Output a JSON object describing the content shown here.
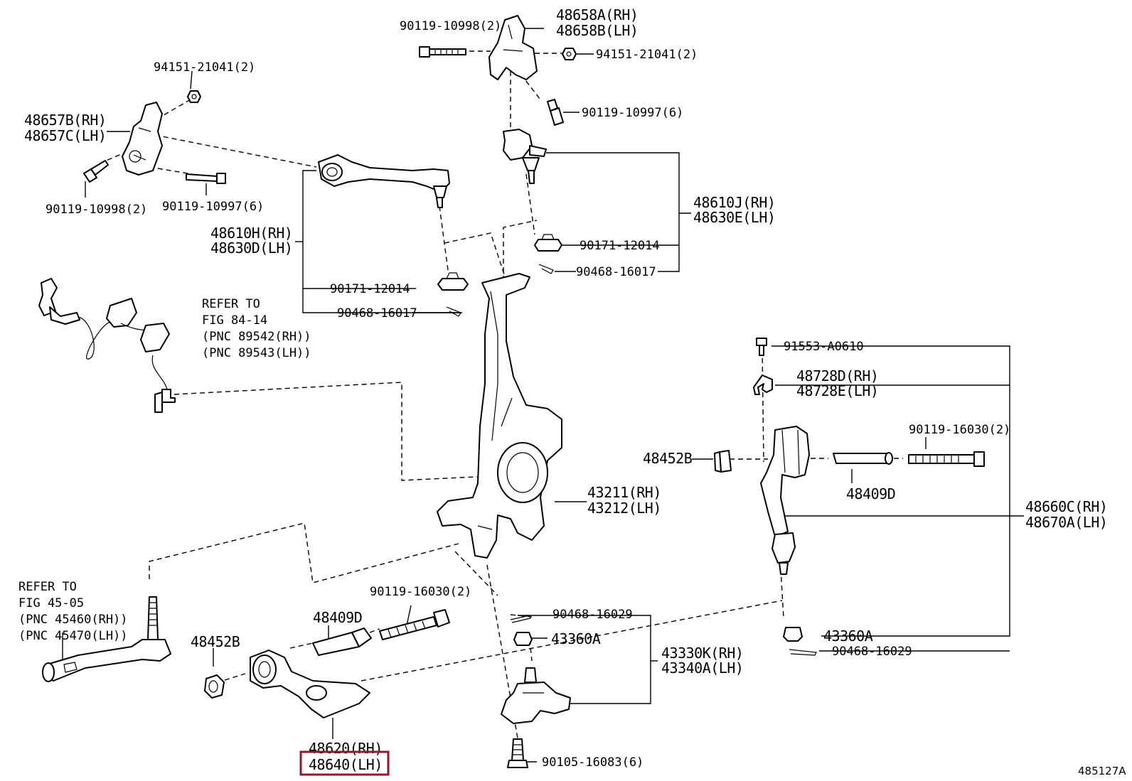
{
  "highlight_color": "#8b1a2b",
  "figure_number": "485127A",
  "labels": {
    "bracket_rh_top": "48658A(RH)",
    "bracket_lh_top": "48658B(LH)",
    "bolt_top_left": "90119-10998(2)",
    "nut_top_right": "94151-21041(2)",
    "bolt_top_mid": "90119-10997(6)",
    "nut_left": "94151-21041(2)",
    "bracket_rh_left": "48657B(RH)",
    "bracket_lh_left": "48657C(LH)",
    "bolt_left_a": "90119-10998(2)",
    "bolt_left_b": "90119-10997(6)",
    "upper_arm_rh_left": "48610H(RH)",
    "upper_arm_lh_left": "48630D(LH)",
    "nut_ua_left": "90171-12014",
    "pin_ua_left": "90468-16017",
    "upper_arm_rh_right": "48610J(RH)",
    "upper_arm_lh_right": "48630E(LH)",
    "nut_ua_right": "90171-12014",
    "pin_ua_right": "90468-16017",
    "refer_sensor_1": "REFER TO",
    "refer_sensor_2": "FIG 84-14",
    "refer_sensor_3": "(PNC 89542(RH))",
    "refer_sensor_4": "(PNC 89543(LH))",
    "bolt_strut": "91553-A0610",
    "bracket_strut_rh": "48728D(RH)",
    "bracket_strut_lh": "48728E(LH)",
    "bushing_right": "48452B",
    "bolt_right": "90119-16030(2)",
    "collar_right": "48409D",
    "knuckle_rh": "43211(RH)",
    "knuckle_lh": "43212(LH)",
    "strut_arm_rh": "48660C(RH)",
    "strut_arm_lh": "48670A(LH)",
    "refer_tie_1": "REFER TO",
    "refer_tie_2": "FIG 45-05",
    "refer_tie_3": "(PNC 45460(RH))",
    "refer_tie_4": "(PNC 45470(LH))",
    "bolt_lower": "90119-16030(2)",
    "collar_lower": "48409D",
    "bushing_lower": "48452B",
    "pin_bj_mid": "90468-16029",
    "nut_bj_mid": "43360A",
    "ball_joint_rh": "43330K(RH)",
    "ball_joint_lh": "43340A(LH)",
    "nut_bj_right": "43360A",
    "pin_bj_right": "90468-16029",
    "lower_arm_rh": "48620(RH)",
    "lower_arm_lh": "48640(LH)",
    "bolt_bj": "90105-16083(6)"
  }
}
